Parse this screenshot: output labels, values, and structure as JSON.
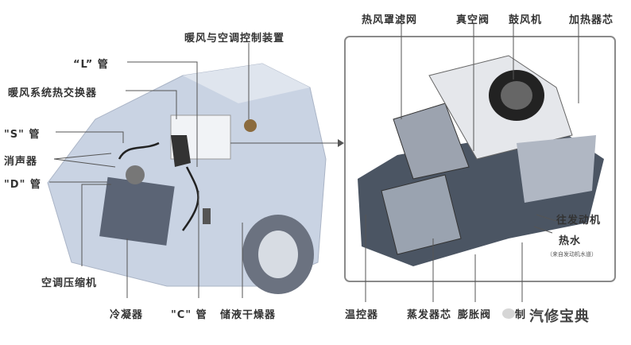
{
  "title": "汽车暖风与空调系统示意图",
  "left_labels": {
    "control_unit": "暖风与空调控制装置",
    "l_pipe": "“L” 管",
    "heater_exchanger": "暖风系统热交换器",
    "s_pipe": "\"S\" 管",
    "muffler": "消声器",
    "d_pipe": "\"D\" 管",
    "compressor": "空调压缩机",
    "condenser": "冷凝器",
    "c_pipe": "\"C\" 管",
    "receiver_drier": "储液干燥器"
  },
  "right_labels": {
    "filter": "热风罩滤网",
    "vacuum_valve": "真空阀",
    "blower": "鼓风机",
    "heater_core": "加热器芯",
    "to_engine": "往发动机",
    "hot_water": "热水",
    "hot_water_note": "（来自发动机水道）",
    "thermostat": "温控器",
    "evaporator": "蒸发器芯",
    "expansion_valve": "膨胀阀",
    "partial": "制"
  },
  "watermark": "汽修宝典",
  "colors": {
    "car_body": "#c9d3e3",
    "frame": "#8a8a8a",
    "text": "#333333"
  }
}
